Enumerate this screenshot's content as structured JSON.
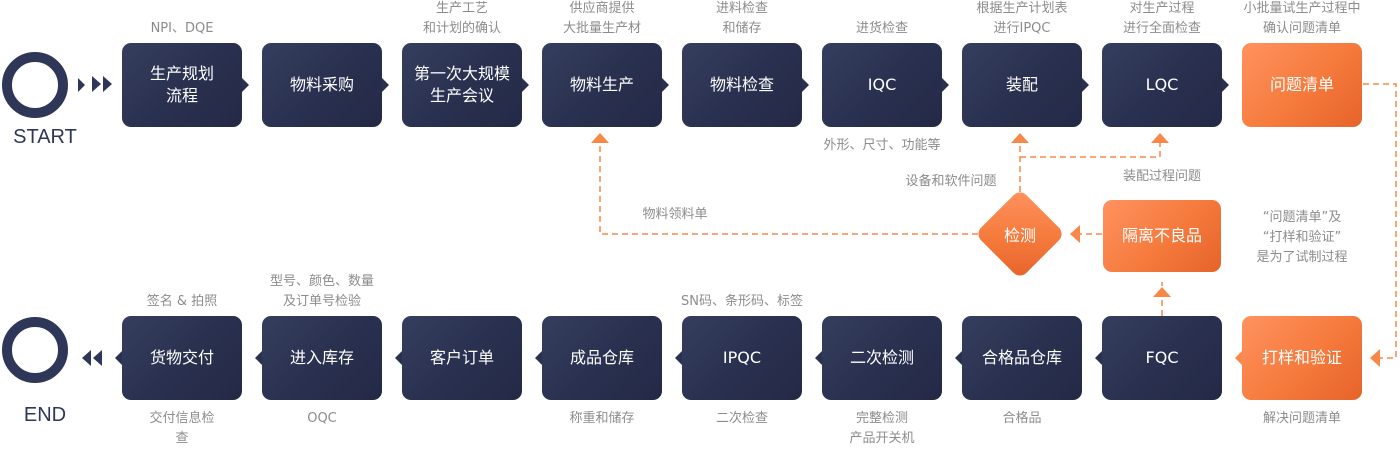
{
  "start": {
    "label": "START"
  },
  "end": {
    "label": "END"
  },
  "top_row": [
    {
      "label": "生产规划\n流程",
      "caption_above": "NPI、DQE",
      "caption_below": "",
      "style": "dark"
    },
    {
      "label": "物料采购",
      "caption_above": "",
      "caption_below": "",
      "style": "dark"
    },
    {
      "label": "第一次大规模\n生产会议",
      "caption_above": "生产工艺\n和计划的确认",
      "caption_below": "",
      "style": "dark"
    },
    {
      "label": "物料生产",
      "caption_above": "供应商提供\n大批量生产材",
      "caption_below": "",
      "style": "dark"
    },
    {
      "label": "物料检查",
      "caption_above": "进料检查\n和储存",
      "caption_below": "",
      "style": "dark"
    },
    {
      "label": "IQC",
      "caption_above": "进货检查",
      "caption_below": "外形、尺寸、功能等",
      "style": "dark"
    },
    {
      "label": "装配",
      "caption_above": "根据生产计划表\n进行IPQC",
      "caption_below": "",
      "style": "dark"
    },
    {
      "label": "LQC",
      "caption_above": "对生产过程\n进行全面检查",
      "caption_below": "",
      "style": "dark"
    },
    {
      "label": "问题清单",
      "caption_above": "小批量试生产过程中\n确认问题清单",
      "caption_below": "",
      "style": "orange"
    }
  ],
  "bottom_row": [
    {
      "label": "货物交付",
      "caption_above": "签名 & 拍照",
      "caption_below": "交付信息检\n查",
      "style": "dark"
    },
    {
      "label": "进入库存",
      "caption_above": "型号、颜色、数量\n及订单号检验",
      "caption_below": "OQC",
      "style": "dark"
    },
    {
      "label": "客户订单",
      "caption_above": "",
      "caption_below": "",
      "style": "dark"
    },
    {
      "label": "成品仓库",
      "caption_above": "",
      "caption_below": "称重和储存",
      "style": "dark"
    },
    {
      "label": "IPQC",
      "caption_above": "SN码、条形码、标签",
      "caption_below": "二次检查",
      "style": "dark"
    },
    {
      "label": "二次检测",
      "caption_above": "",
      "caption_below": "完整检测\n产品开关机",
      "style": "dark"
    },
    {
      "label": "合格品仓库",
      "caption_above": "",
      "caption_below": "合格品",
      "style": "dark"
    },
    {
      "label": "FQC",
      "caption_above": "",
      "caption_below": "",
      "style": "dark"
    },
    {
      "label": "打样和验证",
      "caption_above": "",
      "caption_below": "解决问题清单",
      "style": "orange"
    }
  ],
  "middle": {
    "inspect": {
      "label": "检测"
    },
    "isolate": {
      "label": "隔离不良品"
    },
    "labels": {
      "material_slip": "物料领料单",
      "equipment_software": "设备和软件问题",
      "assembly_issue": "装配过程问题",
      "note": "“问题清单”及\n“打样和验证”\n是为了试制过程"
    }
  },
  "colors": {
    "dark": "#2a3150",
    "orange": "#f57a3c",
    "caption": "#8c8c8c",
    "dash": "#f88848"
  }
}
